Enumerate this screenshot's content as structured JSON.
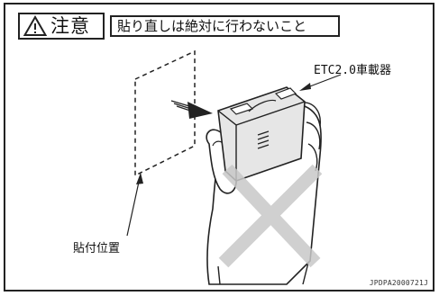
{
  "caution": {
    "title": "注意",
    "icon": "warning-triangle-icon"
  },
  "warning": {
    "text": "貼り直しは絶対に行わないこと"
  },
  "labels": {
    "device": "ETC2.0車載器",
    "position": "貼付位置"
  },
  "figure": {
    "code": "JPDPA2000721J"
  },
  "colors": {
    "line": "#222222",
    "cross": "#c8c8c8",
    "device_fill": "#e6e6e6"
  }
}
